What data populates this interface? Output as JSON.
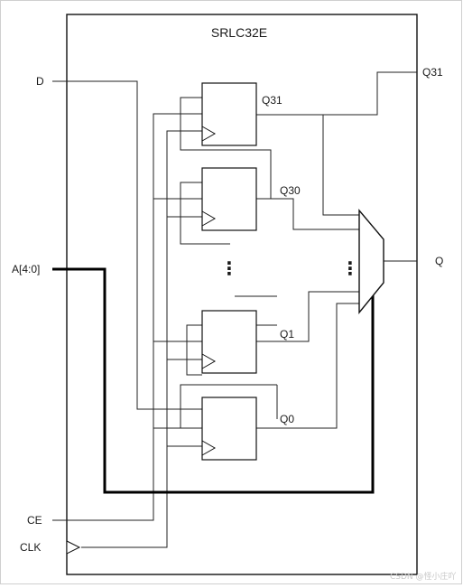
{
  "block": {
    "title": "SRLC32E"
  },
  "inputs": {
    "d": "D",
    "addr": "A[4:0]",
    "ce": "CE",
    "clk": "CLK"
  },
  "outputs": {
    "q31": "Q31",
    "q": "Q"
  },
  "stages": {
    "q31": "Q31",
    "q30": "Q30",
    "q1": "Q1",
    "q0": "Q0"
  },
  "ellipsis": {
    "chain": "⋮",
    "mux": "⋮"
  },
  "watermark": "CSDN @怪小庄吖"
}
